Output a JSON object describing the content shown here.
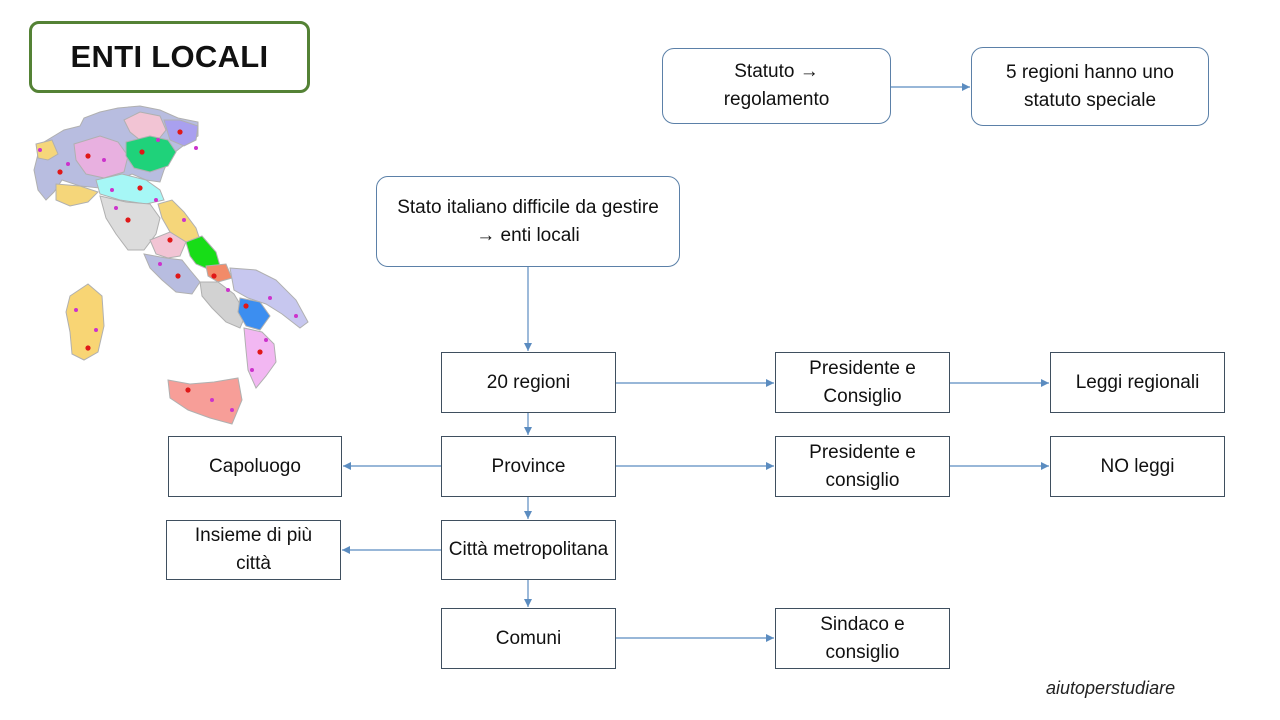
{
  "title": "ENTI LOCALI",
  "boxes": {
    "statuto": "Statuto → regolamento",
    "statuto_speciale": "5 regioni hanno uno statuto speciale",
    "stato": "Stato italiano difficile da gestire → enti locali",
    "regioni": "20 regioni",
    "presidente_consiglio_regioni": "Presidente e Consiglio",
    "leggi_regionali": "Leggi regionali",
    "province": "Province",
    "capoluogo": "Capoluogo",
    "presidente_consiglio_province": "Presidente e consiglio",
    "no_leggi": "NO leggi",
    "citta_metropolitana": "Città metropolitana",
    "insieme_citta": "Insieme di più città",
    "comuni": "Comuni",
    "sindaco_consiglio": "Sindaco e consiglio"
  },
  "watermark": "aiutoperstudiare",
  "colors": {
    "title_border": "#548235",
    "box_border": "#3f4f5f",
    "rounded_border": "#5b80a8",
    "arrow": "#5b8cc0"
  },
  "map": {
    "icon": "italy-regions-map"
  }
}
